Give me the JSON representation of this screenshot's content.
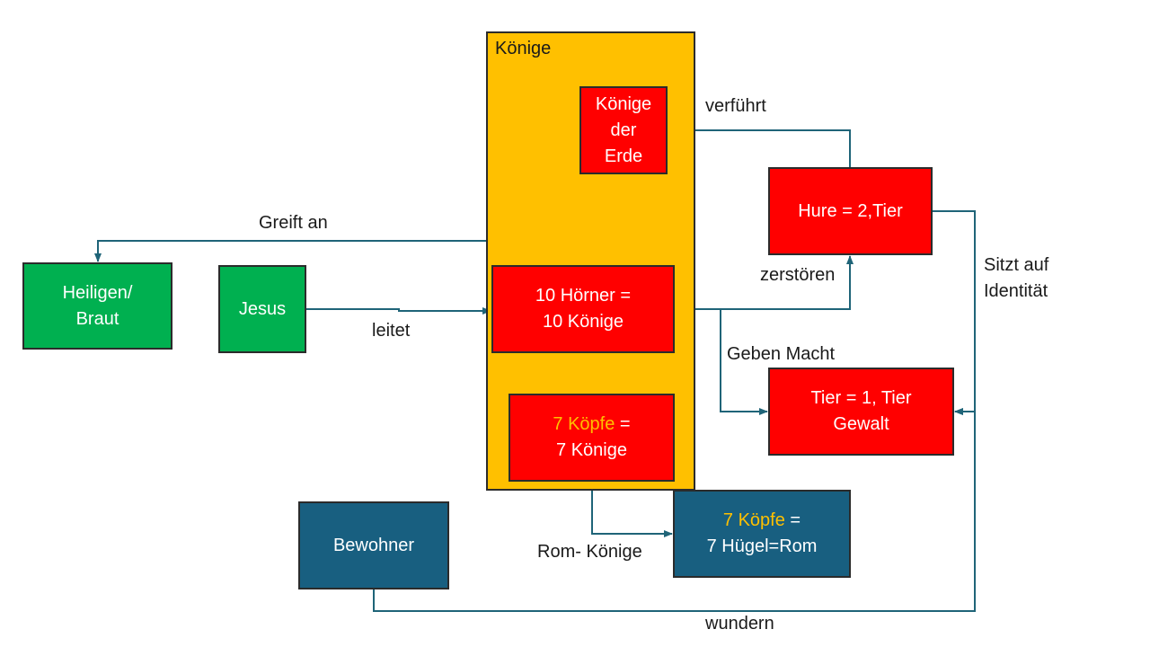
{
  "colors": {
    "green": "#00b050",
    "red": "#ff0000",
    "navy": "#185f80",
    "gold": "#ffc000",
    "connector": "#1f6478"
  },
  "container": {
    "title": "Könige"
  },
  "nodes": {
    "heiligen": {
      "line1": "Heiligen/",
      "line2": "Braut"
    },
    "jesus": {
      "text": "Jesus"
    },
    "koenige_erde": {
      "line1": "Könige",
      "line2": "der",
      "line3": "Erde"
    },
    "hoerner": {
      "line1": "10 Hörner =",
      "line2": "10 Könige"
    },
    "koepfe_koenige": {
      "line1_gold": "7 Köpfe",
      "line1_rest": " =",
      "line2": "7 Könige"
    },
    "hure": {
      "text": "Hure = 2,Tier"
    },
    "tier": {
      "line1": "Tier = 1, Tier",
      "line2": "Gewalt"
    },
    "bewohner": {
      "text": "Bewohner"
    },
    "koepfe_rom": {
      "line1_gold": "7 Köpfe",
      "line1_rest": " =",
      "line2": "7 Hügel=Rom"
    }
  },
  "edge_labels": {
    "verfuehrt": "verführt",
    "greift_an": "Greift an",
    "leitet": "leitet",
    "zerstoeren": "zerstören",
    "geben_macht": "Geben Macht",
    "sitzt_auf_line1": "Sitzt auf",
    "sitzt_auf_line2": "Identität",
    "rom_koenige": "Rom- Könige",
    "wundern": "wundern"
  }
}
